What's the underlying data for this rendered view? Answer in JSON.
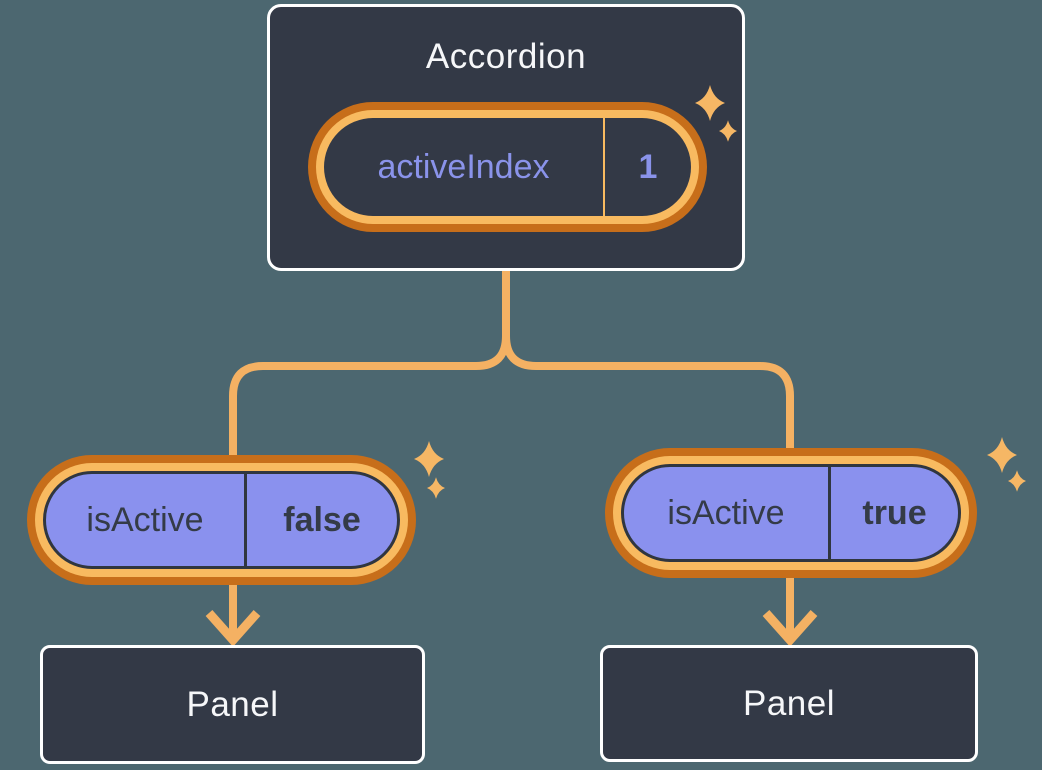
{
  "palette": {
    "bg": "#4C6770",
    "box_bg": "#333946",
    "box_border": "#FFFFFF",
    "ring_outer": "#C76E1A",
    "ring_inner": "#F8BA60",
    "connector": "#F4B163",
    "sparkle": "#F6B765",
    "purple": "#8A91EE",
    "purple_text": "#8A93EA",
    "dark_text": "#343B47",
    "outline_dark": "#30363F",
    "white_text": "#F6F7F9"
  },
  "root_component": {
    "title": "Accordion",
    "state": {
      "name": "activeIndex",
      "value": "1"
    }
  },
  "children": [
    {
      "prop_name": "isActive",
      "prop_value": "false",
      "panel_label": "Panel"
    },
    {
      "prop_name": "isActive",
      "prop_value": "true",
      "panel_label": "Panel"
    }
  ]
}
